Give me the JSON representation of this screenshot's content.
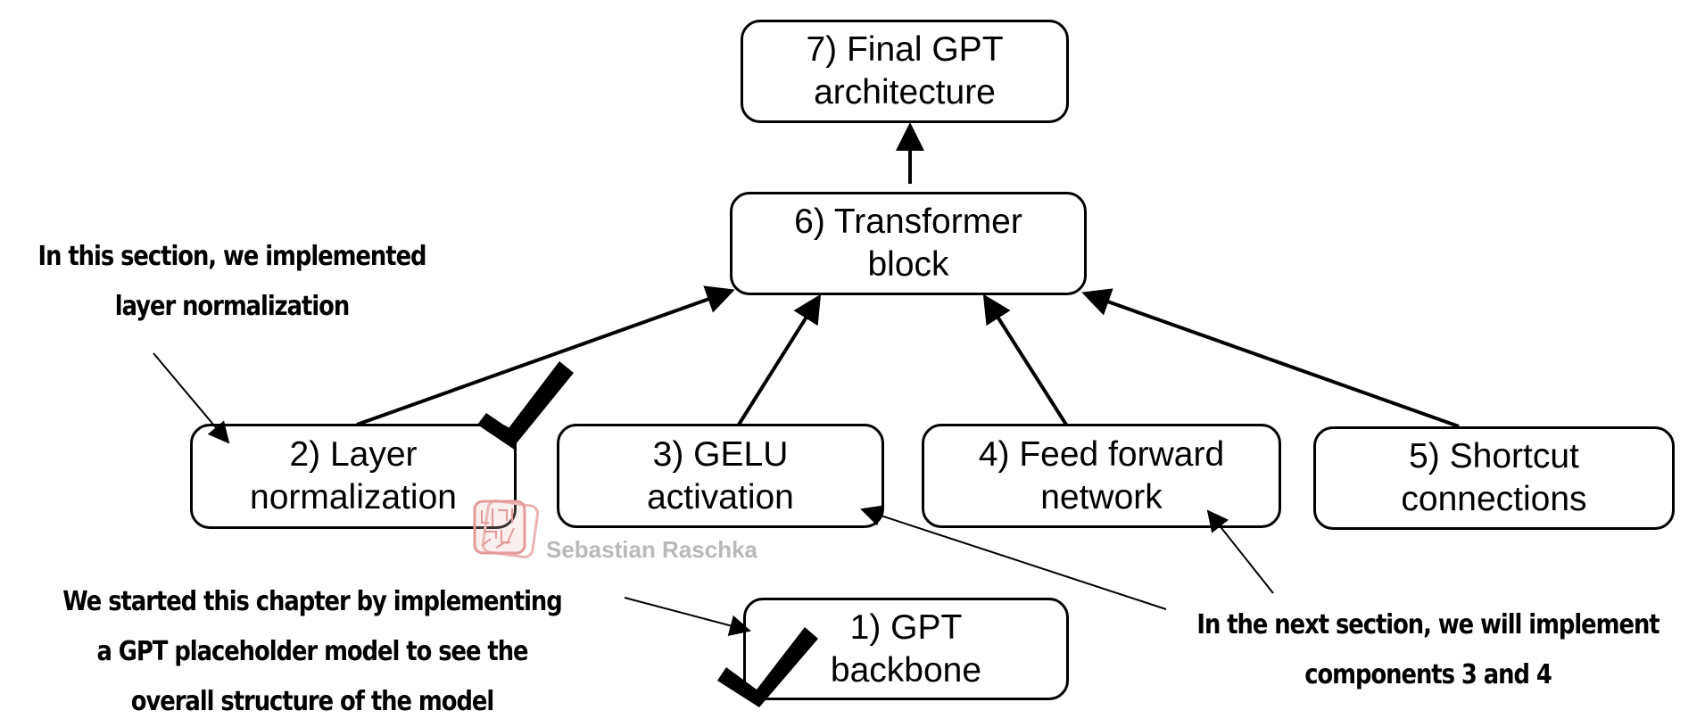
{
  "diagram": {
    "type": "flow",
    "nodes": [
      {
        "id": "7",
        "lines": [
          "7) Final GPT",
          "architecture"
        ]
      },
      {
        "id": "6",
        "lines": [
          "6) Transformer",
          "block"
        ]
      },
      {
        "id": "2",
        "lines": [
          "2) Layer",
          "normalization"
        ],
        "checked": true
      },
      {
        "id": "3",
        "lines": [
          "3) GELU",
          "activation"
        ]
      },
      {
        "id": "4",
        "lines": [
          "4) Feed forward",
          "network"
        ]
      },
      {
        "id": "5",
        "lines": [
          "5) Shortcut",
          "connections"
        ]
      },
      {
        "id": "1",
        "lines": [
          "1) GPT",
          "backbone"
        ],
        "checked": true
      }
    ],
    "edges": [
      {
        "from": "2",
        "to": "6"
      },
      {
        "from": "3",
        "to": "6"
      },
      {
        "from": "4",
        "to": "6"
      },
      {
        "from": "5",
        "to": "6"
      },
      {
        "from": "6",
        "to": "7"
      }
    ],
    "annotations": [
      {
        "id": "layer-norm-note",
        "lines": [
          "In this section, we implemented",
          "layer normalization"
        ],
        "points_to": [
          "2"
        ]
      },
      {
        "id": "gpt-backbone-note",
        "lines": [
          "We started this chapter by implementing",
          "a GPT placeholder model to see the",
          "overall structure of the model"
        ],
        "points_to": [
          "1"
        ]
      },
      {
        "id": "next-section-note",
        "lines": [
          "In the next section, we will implement",
          "components 3 and 4"
        ],
        "points_to": [
          "3",
          "4"
        ]
      }
    ],
    "watermark": {
      "text": "Sebastian Raschka",
      "icon": "stamp-logo-icon"
    },
    "colors": {
      "stroke": "#000000",
      "watermark_text": "#b9b9b9",
      "watermark_stamp": "#e8a0a0"
    }
  }
}
